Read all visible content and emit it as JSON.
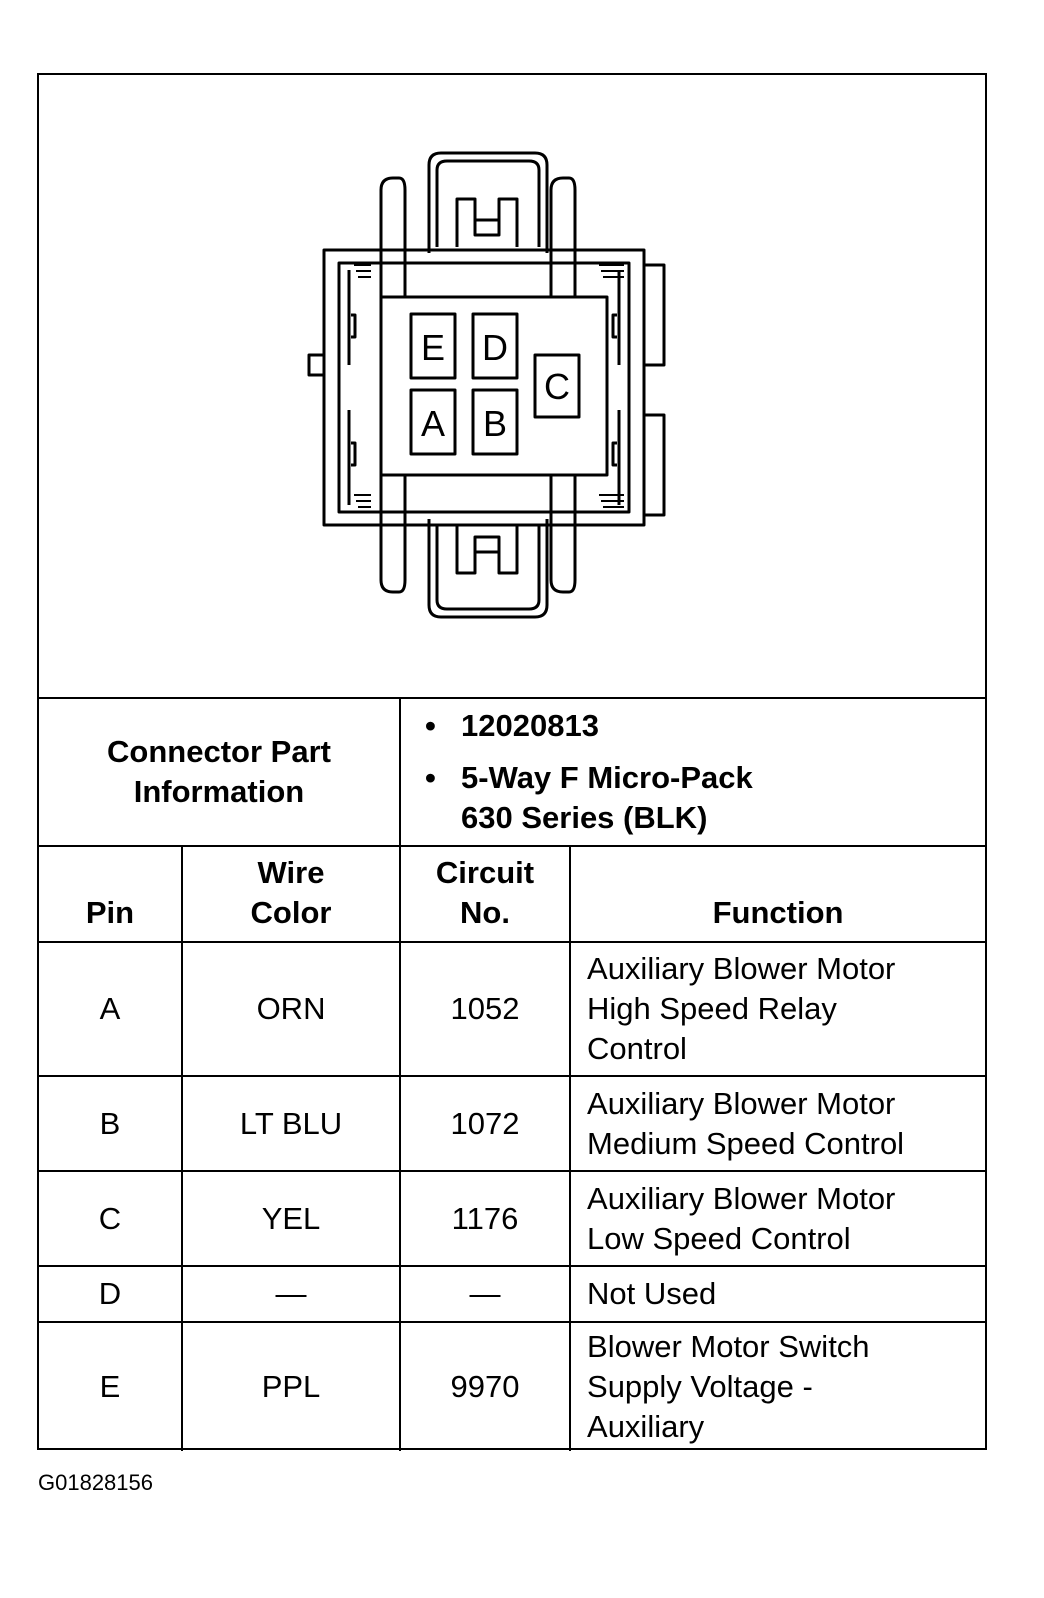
{
  "diagram": {
    "pins": [
      "E",
      "D",
      "C",
      "A",
      "B"
    ]
  },
  "connector_info": {
    "label_line1": "Connector Part",
    "label_line2": "Information",
    "part_number": "12020813",
    "description_line1": "5-Way F Micro-Pack",
    "description_line2": "630 Series (BLK)",
    "bullet": "•"
  },
  "table": {
    "headers": {
      "pin": "Pin",
      "wire_line1": "Wire",
      "wire_line2": "Color",
      "circuit_line1": "Circuit",
      "circuit_line2": "No.",
      "function": "Function"
    },
    "rows": [
      {
        "pin": "A",
        "wire": "ORN",
        "circuit": "1052",
        "function": [
          "Auxiliary Blower Motor",
          "High Speed Relay",
          "Control"
        ]
      },
      {
        "pin": "B",
        "wire": "LT BLU",
        "circuit": "1072",
        "function": [
          "Auxiliary Blower Motor",
          "Medium Speed Control"
        ]
      },
      {
        "pin": "C",
        "wire": "YEL",
        "circuit": "1176",
        "function": [
          "Auxiliary Blower Motor",
          "Low Speed Control"
        ]
      },
      {
        "pin": "D",
        "wire": "—",
        "circuit": "—",
        "function": [
          "Not Used"
        ]
      },
      {
        "pin": "E",
        "wire": "PPL",
        "circuit": "9970",
        "function": [
          "Blower Motor Switch",
          "Supply Voltage -",
          "Auxiliary"
        ]
      }
    ]
  },
  "figure_id": "G01828156"
}
